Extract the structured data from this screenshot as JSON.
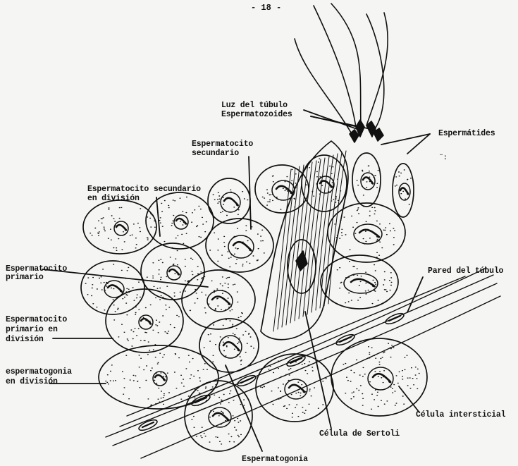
{
  "page": {
    "number": "- 18 -"
  },
  "labels": {
    "luz_del_tubulo": "Luz del túbulo",
    "espermatozoides": "Espermatozoides",
    "espermatides": "Espermátides",
    "espermatocito_secundario_l1": "Espermatocito",
    "espermatocito_secundario_l2": "secundario",
    "esp_sec_division_l1": "Espermatocito secundario",
    "esp_sec_division_l2": "en división",
    "esp_primario_l1": "Espermatocito",
    "esp_primario_l2": "primario",
    "pared_del_tubulo": "Pared del túbulo",
    "esp_prim_division_l1": "Espermatocito",
    "esp_prim_division_l2": "primario  en",
    "esp_prim_division_l3": "división",
    "espermatogonia_div_l1": "espermatogonia",
    "espermatogonia_div_l2": "en división",
    "celula_intersticial": "Célula intersticial",
    "celula_sertoli": "Célula de Sertoli",
    "espermatogonia": "Espermatogonia",
    "stray_mark": "¨:"
  },
  "colors": {
    "ink": "#111111",
    "paper": "#f5f5f3"
  }
}
